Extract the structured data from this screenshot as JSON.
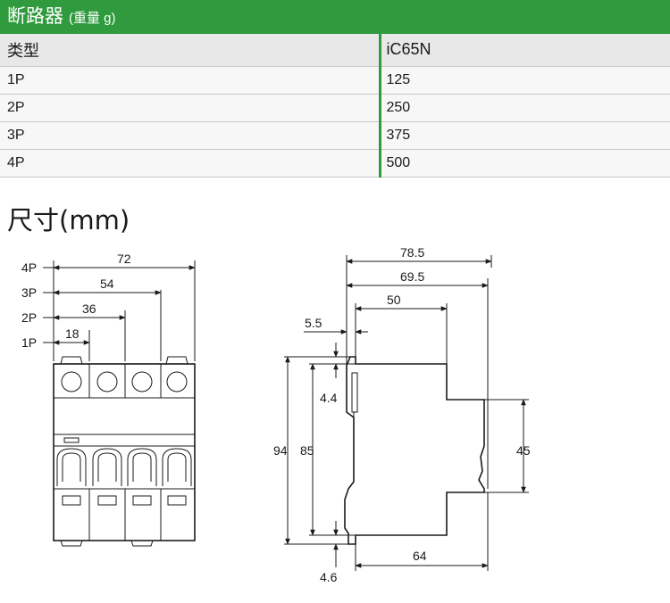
{
  "title": {
    "main": "断路器",
    "sub": "(重量 g)"
  },
  "table": {
    "header": [
      "类型",
      "iC65N"
    ],
    "rows": [
      [
        "1P",
        "125"
      ],
      [
        "2P",
        "250"
      ],
      [
        "3P",
        "375"
      ],
      [
        "4P",
        "500"
      ]
    ]
  },
  "dimensions_heading": "尺寸(mm)",
  "front_view": {
    "pole_labels": [
      "4P",
      "3P",
      "2P",
      "1P"
    ],
    "widths": [
      "72",
      "54",
      "36",
      "18"
    ]
  },
  "side_view": {
    "top_dims": [
      "78.5",
      "69.5",
      "50"
    ],
    "left_dims": [
      "5.5",
      "4.4",
      "94",
      "85",
      "4.6"
    ],
    "right_dim": "45",
    "bottom_dim": "64"
  },
  "colors": {
    "accent": "#2f9a3e"
  }
}
